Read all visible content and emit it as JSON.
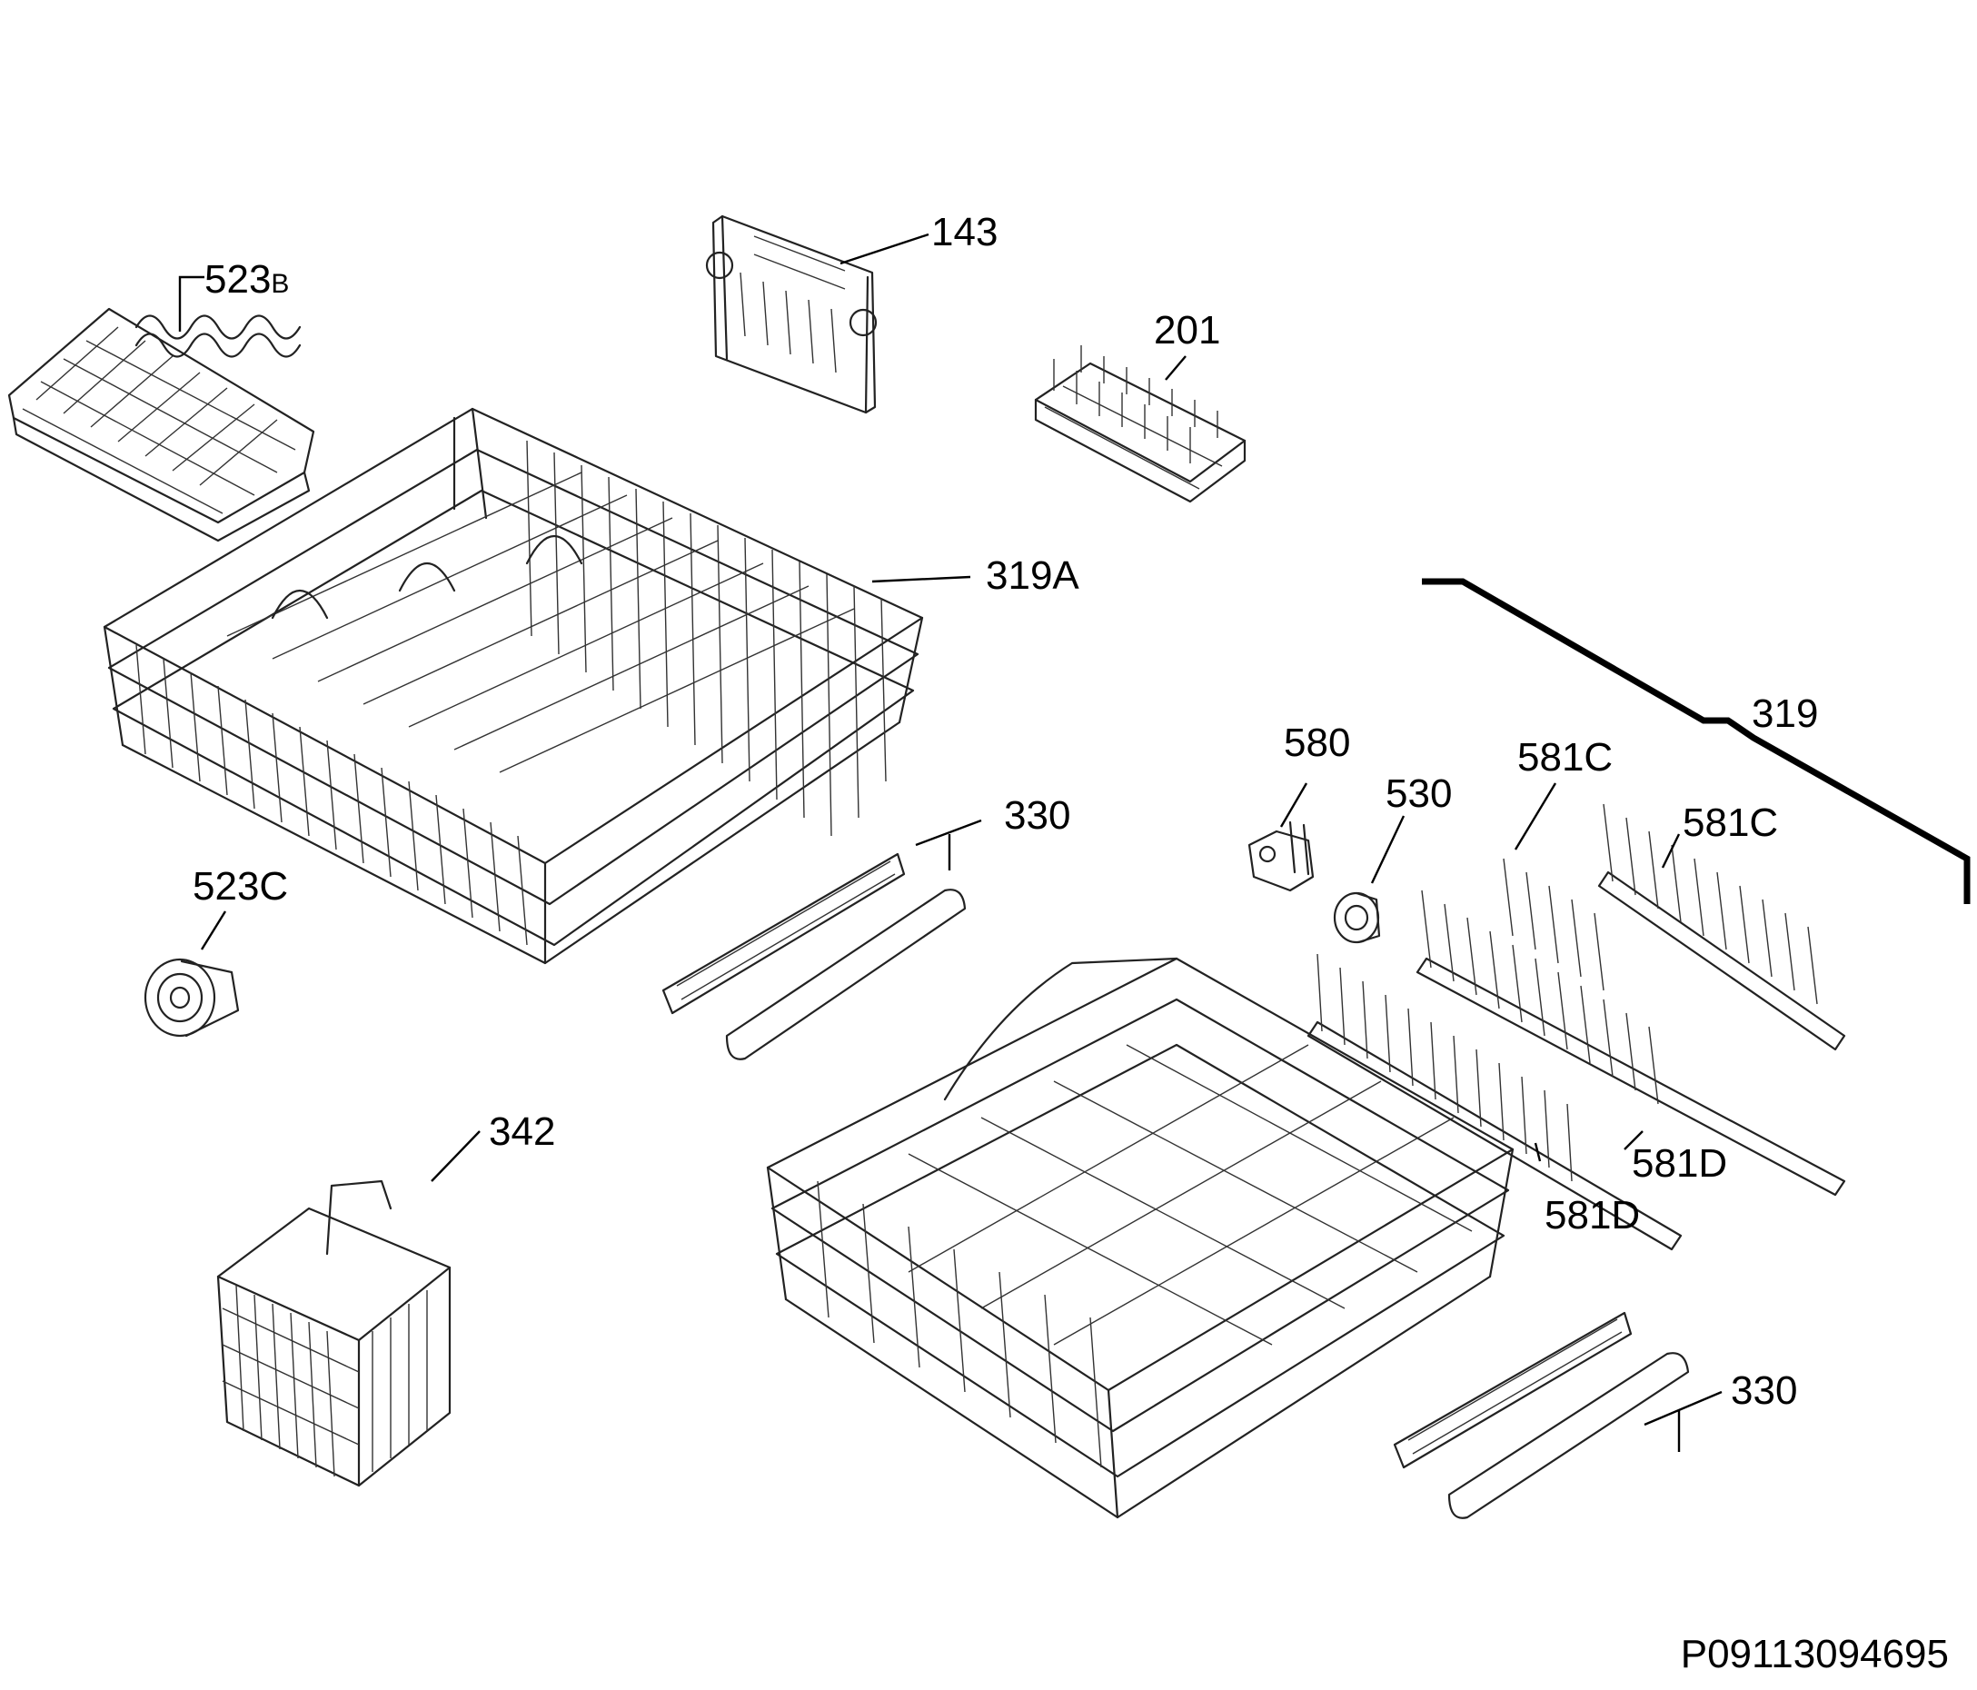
{
  "diagram": {
    "reference_code": "P09113094695",
    "parts": [
      {
        "id": "lbl-523b",
        "label": "523B",
        "main": "523",
        "suffix": "B",
        "part": "cutlery-tray"
      },
      {
        "id": "lbl-143",
        "label": "143",
        "part": "rack-adjuster"
      },
      {
        "id": "lbl-201",
        "label": "201",
        "part": "tine-insert"
      },
      {
        "id": "lbl-319a",
        "label": "319A",
        "part": "upper-basket"
      },
      {
        "id": "lbl-319",
        "label": "319",
        "part": "lower-basket-assembly"
      },
      {
        "id": "lbl-580",
        "label": "580",
        "part": "wheel-holder"
      },
      {
        "id": "lbl-530",
        "label": "530",
        "part": "wheel"
      },
      {
        "id": "lbl-581c-1",
        "label": "581C",
        "part": "tine-row-upper-left"
      },
      {
        "id": "lbl-581c-2",
        "label": "581C",
        "part": "tine-row-upper-right"
      },
      {
        "id": "lbl-330-1",
        "label": "330",
        "part": "rail-upper"
      },
      {
        "id": "lbl-523c",
        "label": "523C",
        "part": "roller"
      },
      {
        "id": "lbl-342",
        "label": "342",
        "part": "cutlery-basket"
      },
      {
        "id": "lbl-581d-1",
        "label": "581D",
        "part": "tine-row-lower-right"
      },
      {
        "id": "lbl-581d-2",
        "label": "581D",
        "part": "tine-row-lower-left"
      },
      {
        "id": "lbl-330-2",
        "label": "330",
        "part": "rail-lower"
      }
    ]
  }
}
